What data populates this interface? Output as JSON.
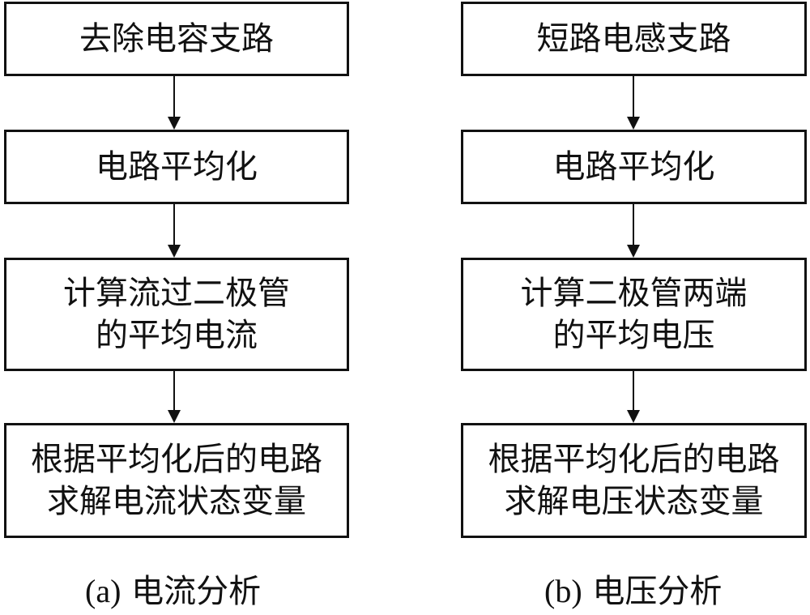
{
  "left_flow": {
    "step1": "去除电容支路",
    "step2": "电路平均化",
    "step3_line1": "计算流过二极管",
    "step3_line2": "的平均电流",
    "step4_line1": "根据平均化后的电路",
    "step4_line2": "求解电流状态变量",
    "caption_tag": "(a)",
    "caption_text": "电流分析"
  },
  "right_flow": {
    "step1": "短路电感支路",
    "step2": "电路平均化",
    "step3_line1": "计算二极管两端",
    "step3_line2": "的平均电压",
    "step4_line1": "根据平均化后的电路",
    "step4_line2": "求解电压状态变量",
    "caption_tag": "(b)",
    "caption_text": "电压分析"
  },
  "colors": {
    "stroke": "#111111",
    "background": "#ffffff"
  }
}
